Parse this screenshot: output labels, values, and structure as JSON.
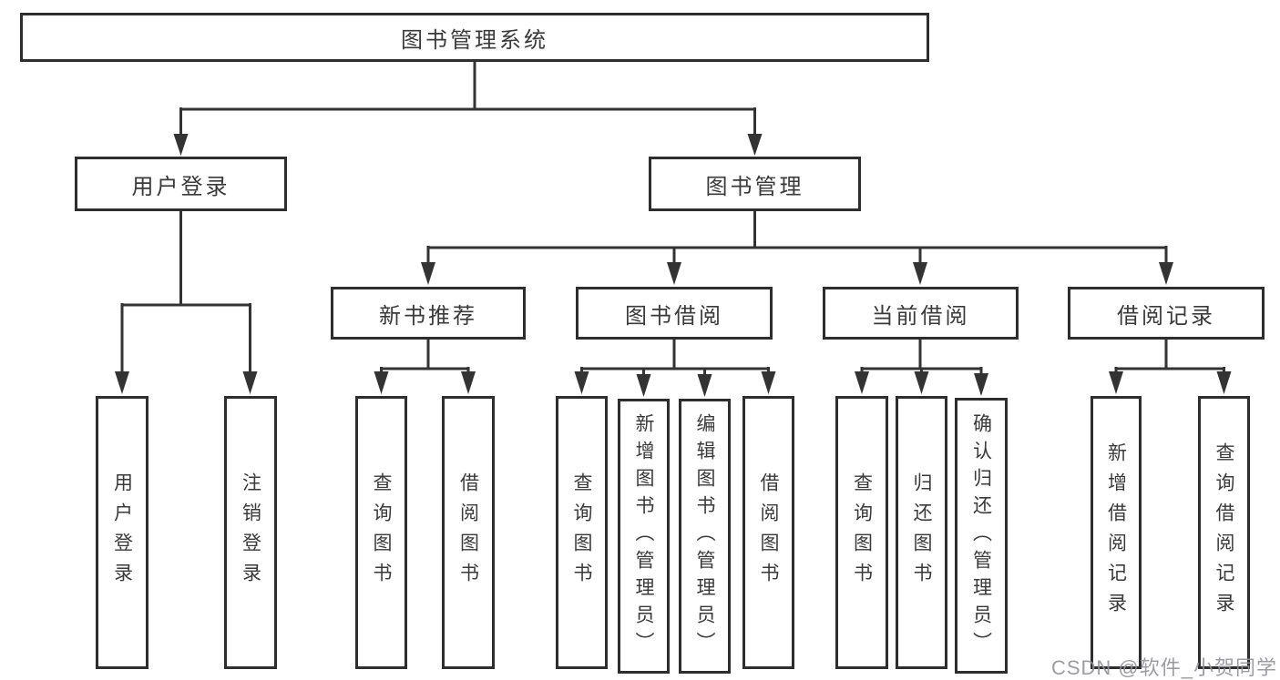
{
  "nodes": {
    "root": "图书管理系统",
    "login_group": "用户登录",
    "book_management": "图书管理",
    "user_login": "用户登录",
    "logout": "注销登录",
    "new_book_recommend": "新书推荐",
    "book_borrow": "图书借阅",
    "current_borrow": "当前借阅",
    "borrow_records": "借阅记录",
    "nb_query_books": "查询图书",
    "nb_borrow_books": "借阅图书",
    "bb_query_books": "查询图书",
    "bb_add_books": "新增图书（管理员）",
    "bb_edit_books": "编辑图书（管理员）",
    "bb_borrow_books": "借阅图书",
    "cb_query_books": "查询图书",
    "cb_return_books": "归还图书",
    "cb_confirm_return": "确认归还（管理员）",
    "br_add_record": "新增借阅记录",
    "br_query_record": "查询借阅记录"
  },
  "watermark": "CSDN @软件_小贺同学",
  "colors": {
    "line": "#333333",
    "border": "#2e2e2e",
    "text": "#3a3a3a",
    "box_fill": "#ffffff",
    "watermark": "#91919b",
    "background": "#ffffff"
  }
}
